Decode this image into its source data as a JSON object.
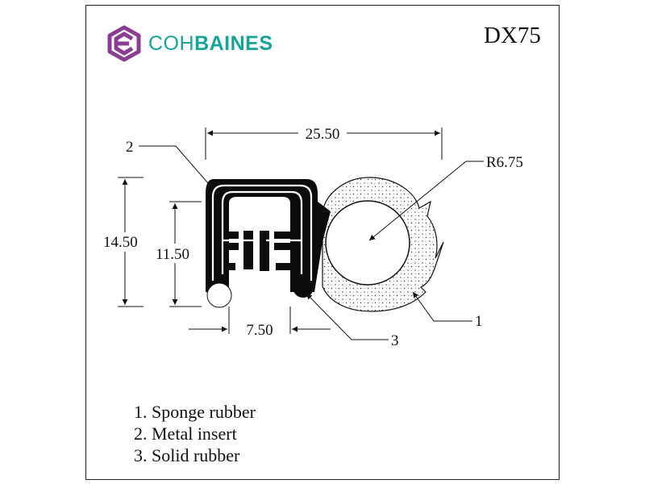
{
  "brand": {
    "name_light": "COH",
    "name_bold": "BAINES",
    "logo_color": "#8a3d92",
    "text_color": "#16a39a"
  },
  "part_code": "DX75",
  "dimensions": {
    "overall_width": "25.50",
    "radius": "R6.75",
    "overall_height": "14.50",
    "inner_height": "11.50",
    "channel_width": "7.50"
  },
  "callouts": {
    "one": "1",
    "two": "2",
    "three": "3"
  },
  "legend": [
    {
      "text": "1. Sponge rubber"
    },
    {
      "text": "2. Metal insert"
    },
    {
      "text": "3. Solid rubber"
    }
  ]
}
